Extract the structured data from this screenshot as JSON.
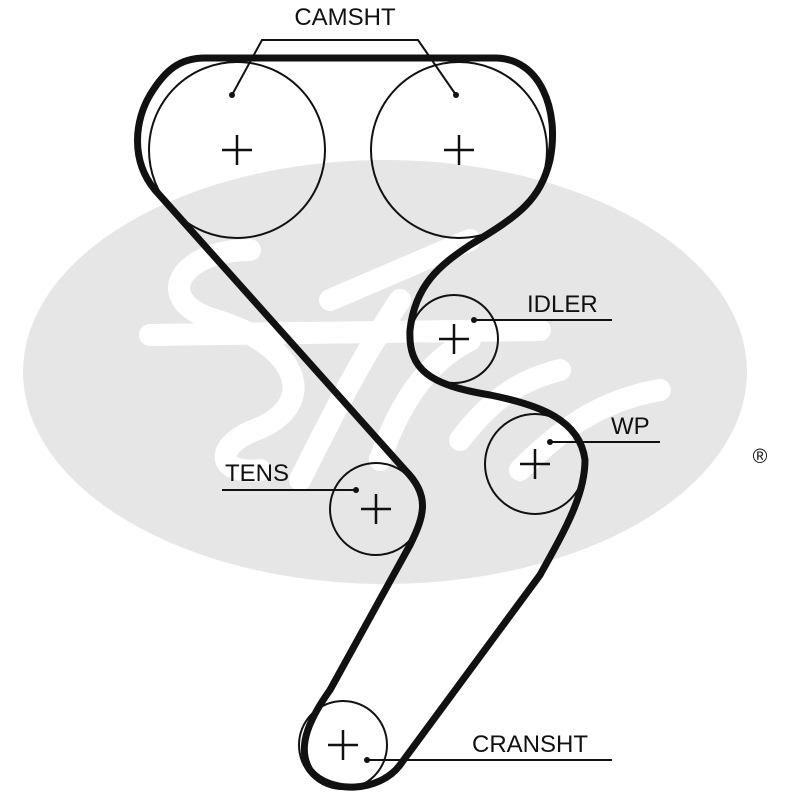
{
  "labels": {
    "camshaft": "CAMSHT",
    "idler": "IDLER",
    "water_pump": "WP",
    "tensioner": "TENS",
    "crankshaft": "CRANSHT"
  },
  "watermark": {
    "brand": "Gates",
    "registered": "®",
    "color": "#e6e6e6"
  },
  "colors": {
    "belt": "#111111",
    "pulley": "#111111",
    "background": "#ffffff"
  }
}
